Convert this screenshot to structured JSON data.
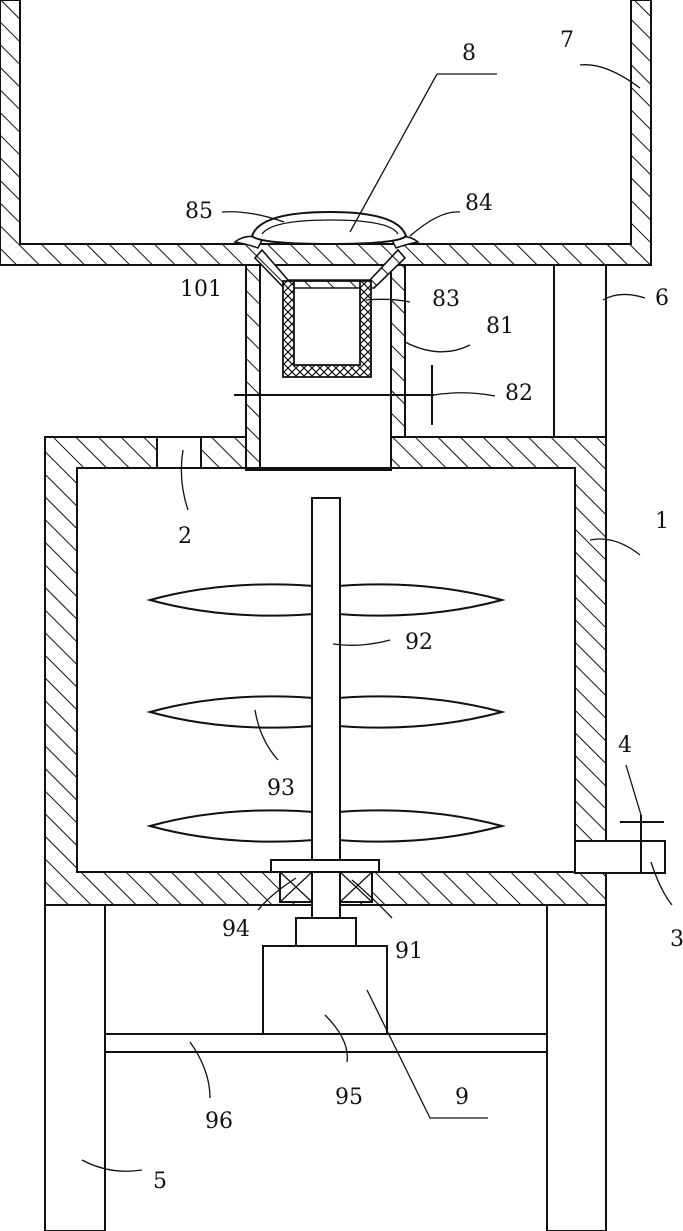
{
  "labels": {
    "l1": "1",
    "l2": "2",
    "l3": "3",
    "l4": "4",
    "l5": "5",
    "l6": "6",
    "l7": "7",
    "l8": "8",
    "l9": "9",
    "l81": "81",
    "l82": "82",
    "l83": "83",
    "l84": "84",
    "l85": "85",
    "l91": "91",
    "l92": "92",
    "l93": "93",
    "l94": "94",
    "l95": "95",
    "l96": "96",
    "l101": "101"
  }
}
